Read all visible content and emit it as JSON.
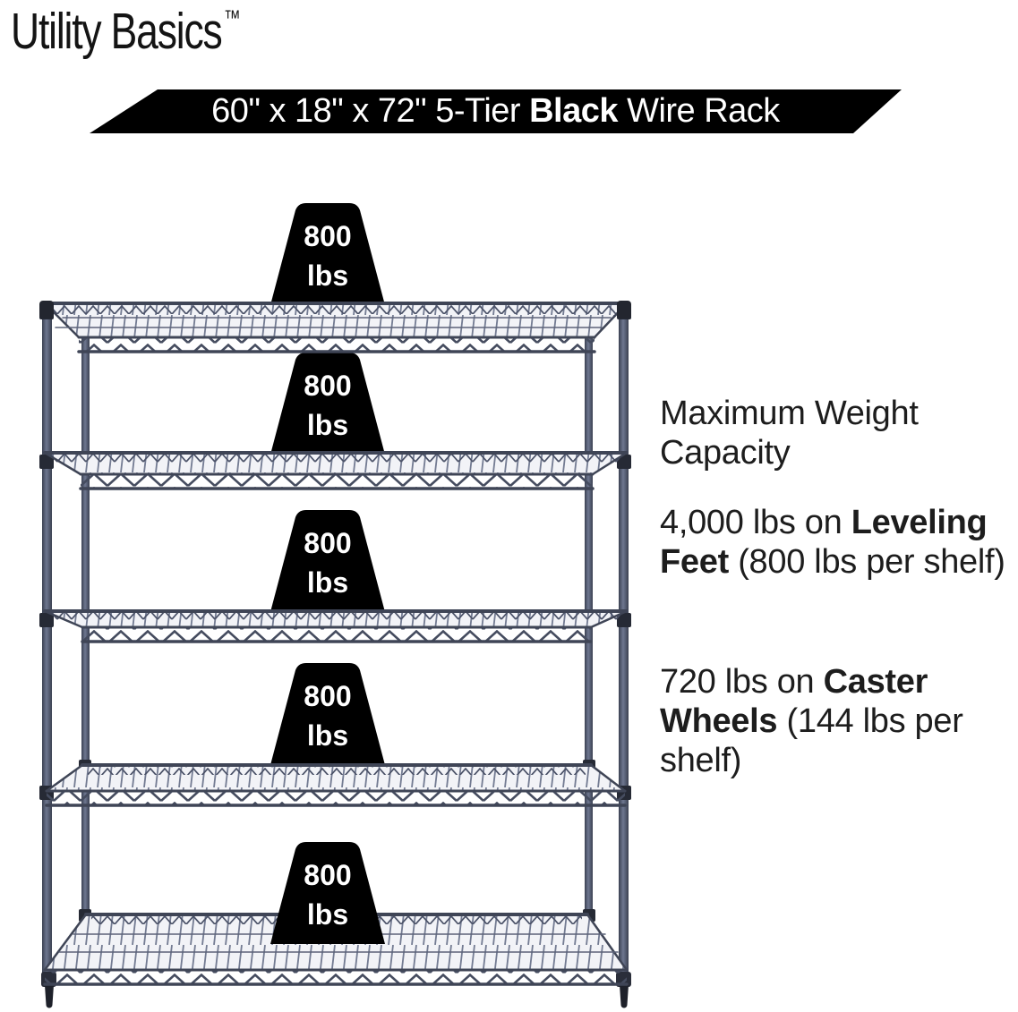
{
  "brand": {
    "name": "Utility Basics",
    "trademark": "™"
  },
  "banner": {
    "runs": [
      {
        "t": "60\" x 18\" x 72\" 5-Tier ",
        "b": false
      },
      {
        "t": "Black",
        "b": true
      },
      {
        "t": " Wire Rack",
        "b": false
      }
    ]
  },
  "rack": {
    "tiers": 5,
    "badge": {
      "value": "800",
      "unit": "lbs"
    }
  },
  "info": {
    "paragraphs": [
      {
        "runs": [
          {
            "t": "Maximum Weight Capacity",
            "b": false
          }
        ]
      },
      {
        "runs": [
          {
            "t": "4,000 lbs on ",
            "b": false
          },
          {
            "t": "Leveling Feet",
            "b": true
          },
          {
            "t": " (800 lbs per shelf)",
            "b": false
          }
        ]
      },
      {
        "runs": [
          {
            "t": "720 lbs on ",
            "b": false
          },
          {
            "t": "Caster Wheels",
            "b": true
          },
          {
            "t": " (144 lbs per shelf)",
            "b": false
          }
        ]
      }
    ]
  },
  "colors": {
    "banner_background": "#000000",
    "badge_background": "#000000",
    "rack_frame": "#4b5268",
    "rack_frame_dark": "#3f4556",
    "text": "#1d1d1d"
  }
}
